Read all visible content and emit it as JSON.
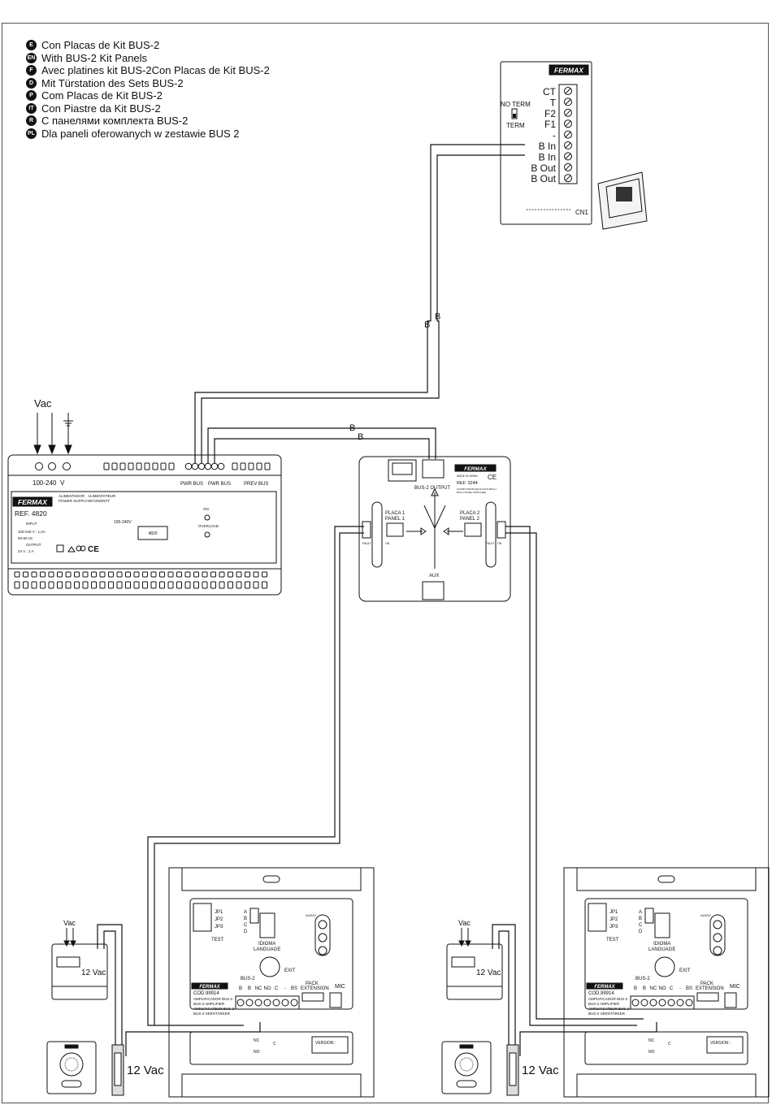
{
  "legend": [
    {
      "code": "E",
      "text": "Con Placas de Kit BUS-2"
    },
    {
      "code": "EN",
      "text": "With BUS-2 Kit Panels"
    },
    {
      "code": "F",
      "text": "Avec platines kit BUS-2Con Placas de Kit BUS-2"
    },
    {
      "code": "D",
      "text": "Mit Türstation des Sets BUS-2"
    },
    {
      "code": "P",
      "text": "Com Placas de Kit BUS-2"
    },
    {
      "code": "IT",
      "text": "Con Piastre da Kit BUS-2"
    },
    {
      "code": "R",
      "text": "С панелями комплекта BUS-2"
    },
    {
      "code": "PL",
      "text": "Dla paneli oferowanych w zestawie BUS 2"
    }
  ],
  "monitor": {
    "brand": "FERMAX",
    "terminals": [
      "CT",
      "T",
      "F2",
      "F1",
      "-",
      "B In",
      "B In",
      "B Out",
      "B Out"
    ],
    "switch_top": "NO TERM",
    "switch_bottom": "TERM",
    "connector": "CN1"
  },
  "bus_label": "B",
  "power_supply": {
    "vac_label": "Vac",
    "input_label": "100-240",
    "v_label": "V",
    "pwr_bus_1": "PWR BUS",
    "pwr_bus_2": "PWR BUS",
    "prev_bus": "PREV BUS",
    "brand": "FERMAX",
    "ref": "REF. 4820",
    "name_es": "ALIMENTADOR",
    "name_en": "POWER SUPPLY",
    "name_fr": "ALIMENTATEUR",
    "name_de": "NETZGERÄT",
    "input": "INPUT",
    "input_rating": "100-240 V ; 1,2A",
    "freq": "50-60 Hz",
    "output": "OUTPUT",
    "output_rating": "24 V ; 2 A",
    "mains": "100-240V",
    "model": "4820",
    "on": "ON",
    "overload": "OVERLOAD",
    "ce": "CE"
  },
  "switcher": {
    "brand": "FERMAX",
    "made_in": "MADE IN SPAIN",
    "ref": "REF. 3244",
    "desc_es": "CONMUTADOR DE PLACAS BUS-2",
    "desc_en": "BUS-2 PANEL SWITCHER",
    "bus2_output": "BUS-2 OUTPUT",
    "placa1": "PLACA 1",
    "panel1": "PANEL 1",
    "placa2": "PLACA 2",
    "panel2": "PANEL 2",
    "aux": "AUX",
    "fault": "FAULT",
    "on": "ON",
    "ce": "CE"
  },
  "amplifier": {
    "brand": "FERMAX",
    "code": "COD.99914",
    "lines": [
      "AMPLIFICADOR BUS-2",
      "BUS-2 AMPLIFIER",
      "AMPLIFICATEUR BUS-2",
      "BUS-2 VERSTÄRKER"
    ],
    "jumpers": [
      "JP1",
      "JP2",
      "JP3"
    ],
    "test": "TEST",
    "idioma": "IDIOMA",
    "language": "LANGUAGE",
    "abcd": [
      "A",
      "B",
      "C",
      "D"
    ],
    "audio": "AUDIO",
    "exit": "EXIT",
    "bus2": "BUS-2",
    "terminals": [
      "B",
      "B",
      "NC",
      "NO",
      "C",
      "-",
      "BS"
    ],
    "pack": "PACK",
    "extension": "EXTENSION",
    "mic": "MIC",
    "version": "VERSION :",
    "nc": "NC",
    "no": "NO",
    "c": "C"
  },
  "lock_supply": {
    "vac": "Vac",
    "rating": "12 Vac"
  },
  "door_lock": {
    "rating": "12 Vac"
  }
}
